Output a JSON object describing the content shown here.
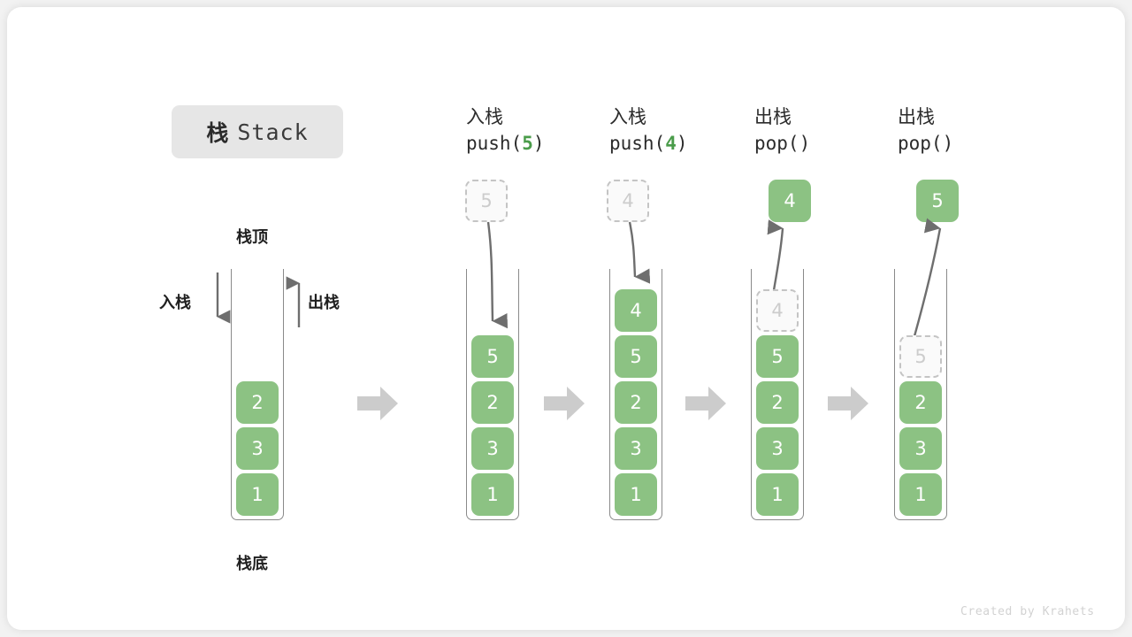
{
  "figure": {
    "title_cjk": "栈",
    "title_en": "Stack",
    "footer": "Created by Krahets",
    "colors": {
      "element_green": "#8cc283",
      "ghost_border": "#c4c4c4",
      "arrow_gray": "#808080",
      "step_arrow_gray": "#cccccc",
      "badge_bg": "#e6e6e6",
      "stack_border": "#8a8a8a"
    }
  },
  "legend": {
    "top_label": "栈顶",
    "bottom_label": "栈底",
    "push_label": "入栈",
    "pop_label": "出栈"
  },
  "columns": [
    {
      "key": "initial",
      "op_title": "",
      "op_code_prefix": "",
      "op_code_num": "",
      "op_code_suffix": "",
      "stack": [
        "2",
        "3",
        "1"
      ],
      "floating": null,
      "ghost_in_stack": null
    },
    {
      "key": "push5",
      "op_title": "入栈",
      "op_code_prefix": "push(",
      "op_code_num": "5",
      "op_code_suffix": ")",
      "stack": [
        "5",
        "2",
        "3",
        "1"
      ],
      "floating": {
        "value": "5",
        "style": "ghost"
      },
      "ghost_in_stack": null
    },
    {
      "key": "push4",
      "op_title": "入栈",
      "op_code_prefix": "push(",
      "op_code_num": "4",
      "op_code_suffix": ")",
      "stack": [
        "4",
        "5",
        "2",
        "3",
        "1"
      ],
      "floating": {
        "value": "4",
        "style": "ghost"
      },
      "ghost_in_stack": null
    },
    {
      "key": "pop1",
      "op_title": "出栈",
      "op_code_prefix": "pop(",
      "op_code_num": "",
      "op_code_suffix": ")",
      "stack": [
        "5",
        "2",
        "3",
        "1"
      ],
      "floating": {
        "value": "4",
        "style": "solid"
      },
      "ghost_in_stack": {
        "value": "4"
      }
    },
    {
      "key": "pop2",
      "op_title": "出栈",
      "op_code_prefix": "pop(",
      "op_code_num": "",
      "op_code_suffix": ")",
      "stack": [
        "2",
        "3",
        "1"
      ],
      "floating": {
        "value": "5",
        "style": "solid"
      },
      "ghost_in_stack": {
        "value": "5"
      }
    }
  ]
}
